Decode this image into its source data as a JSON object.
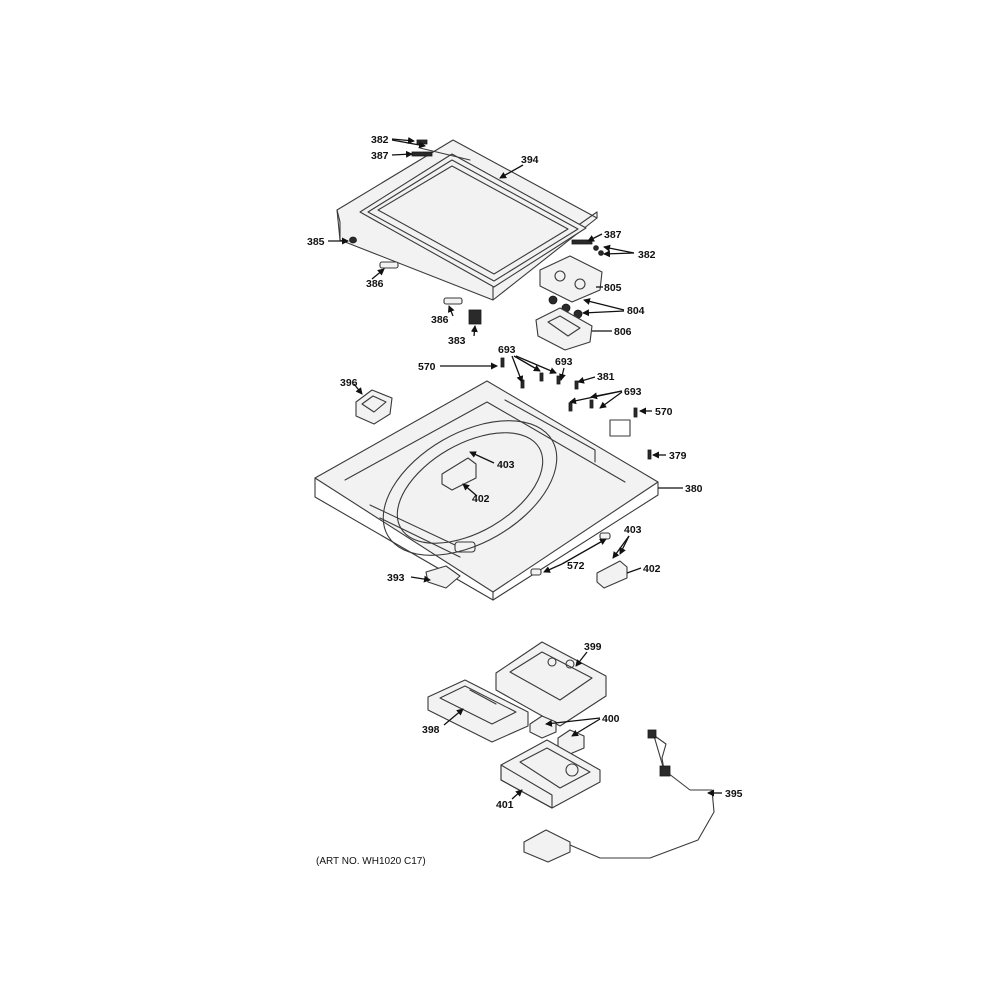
{
  "art_number": "(ART NO. WH1020 C17)",
  "callouts": {
    "c382a": "382",
    "c387a": "387",
    "c394": "394",
    "c387b": "387",
    "c382b": "382",
    "c385": "385",
    "c386a": "386",
    "c805": "805",
    "c804": "804",
    "c386b": "386",
    "c383": "383",
    "c806": "806",
    "c693a": "693",
    "c693b": "693",
    "c570a": "570",
    "c381": "381",
    "c693c": "693",
    "c396": "396",
    "c570b": "570",
    "c379": "379",
    "c403a": "403",
    "c402a": "402",
    "c380": "380",
    "c403b": "403",
    "c572": "572",
    "c402b": "402",
    "c393": "393",
    "c399": "399",
    "c398": "398",
    "c400": "400",
    "c401": "401",
    "c395": "395"
  }
}
